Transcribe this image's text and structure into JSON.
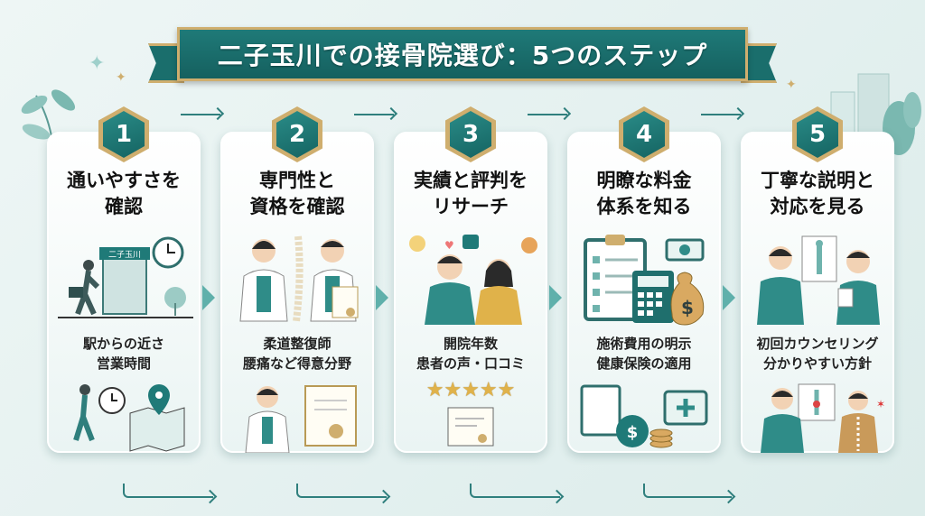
{
  "header": {
    "title": "二子玉川での接骨院選び：5つのステップ"
  },
  "colors": {
    "teal": "#1f7a78",
    "gold": "#cfae6e",
    "background": "#e8f3f2"
  },
  "steps": [
    {
      "number": "1",
      "title_line1": "通いやすさを",
      "title_line2": "確認",
      "sub_line1": "駅からの近さ",
      "sub_line2": "営業時間",
      "sign_text": "二子玉川",
      "illustration": "station-walk-clock",
      "illustration2": "map-location-pin"
    },
    {
      "number": "2",
      "title_line1": "専門性と",
      "title_line2": "資格を確認",
      "sub_line1": "柔道整復師",
      "sub_line2": "腰痛など得意分野",
      "illustration": "doctors-spine-certificate",
      "illustration2": "doctor-diploma"
    },
    {
      "number": "3",
      "title_line1": "実績と評判を",
      "title_line2": "リサーチ",
      "sub_line1": "開院年数",
      "sub_line2": "患者の声・口コミ",
      "stars": "★★★★★",
      "illustration": "happy-patients-likes",
      "illustration2": "review-scroll"
    },
    {
      "number": "4",
      "title_line1": "明瞭な料金",
      "title_line2": "体系を知る",
      "sub_line1": "施術費用の明示",
      "sub_line2": "健康保険の適用",
      "illustration": "clipboard-calculator-moneybag",
      "illustration2": "clipboard-coins-medkit"
    },
    {
      "number": "5",
      "title_line1": "丁寧な説明と",
      "title_line2": "対応を見る",
      "sub_line1": "初回カウンセリング",
      "sub_line2": "分かりやすい方針",
      "illustration": "practitioner-explaining",
      "illustration2": "consultation-spine"
    }
  ]
}
